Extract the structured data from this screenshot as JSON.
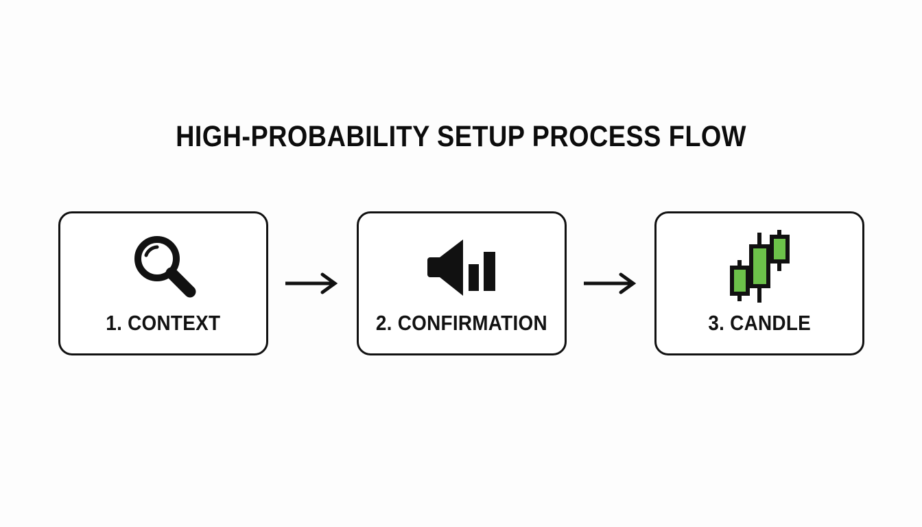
{
  "page": {
    "title": "HIGH-PROBABILITY SETUP PROCESS FLOW",
    "background_color": "#fdfdfd",
    "ink_color": "#111111",
    "accent_green": "#6cc24a"
  },
  "flow": {
    "steps": [
      {
        "label": "1. CONTEXT",
        "icon": "magnifier-icon"
      },
      {
        "label": "2. CONFIRMATION",
        "icon": "volume-speaker-icon"
      },
      {
        "label": "3. CANDLE",
        "icon": "candlestick-chart-icon"
      }
    ],
    "connectors": [
      {
        "name": "arrow-right-icon"
      },
      {
        "name": "arrow-right-icon"
      }
    ]
  },
  "candles": [
    {
      "position": "left",
      "body_color": "#6cc24a",
      "outline_color": "#111111",
      "trend": "up"
    },
    {
      "position": "middle",
      "body_color": "#6cc24a",
      "outline_color": "#111111",
      "trend": "up"
    },
    {
      "position": "right",
      "body_color": "#6cc24a",
      "outline_color": "#111111",
      "trend": "up"
    }
  ]
}
